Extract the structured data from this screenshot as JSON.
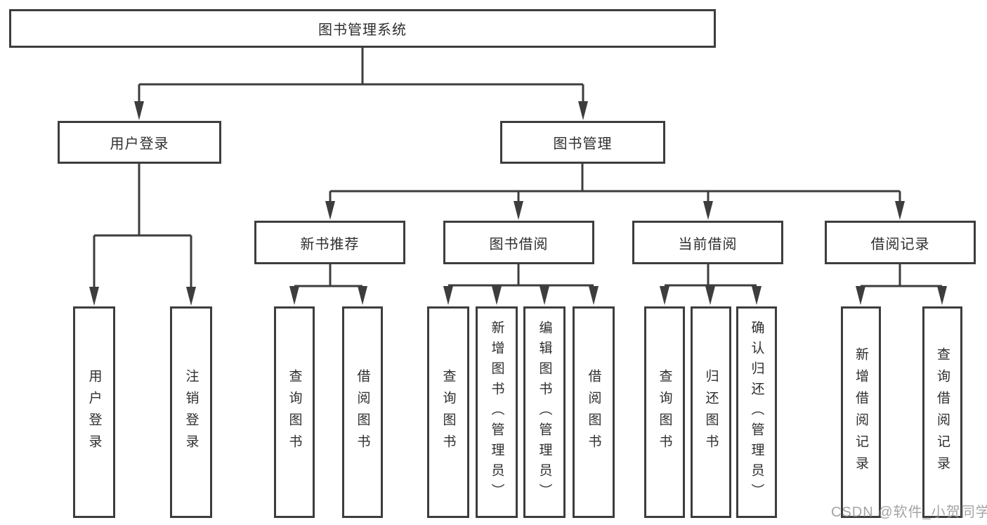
{
  "colors": {
    "background": "#ffffff",
    "line": "#3d3d3d",
    "text": "#2e2e2e",
    "watermark": "#949494"
  },
  "watermark": {
    "text": "CSDN @软件_小贺同学"
  },
  "tree": {
    "root": {
      "label": "图书管理系统"
    },
    "branches": [
      {
        "label": "用户登录",
        "children": [
          {
            "label": "用户登录"
          },
          {
            "label": "注销登录"
          }
        ]
      },
      {
        "label": "图书管理",
        "children": [
          {
            "label": "新书推荐",
            "children": [
              {
                "label": "查询图书"
              },
              {
                "label": "借阅图书"
              }
            ]
          },
          {
            "label": "图书借阅",
            "children": [
              {
                "label": "查询图书"
              },
              {
                "label": "新增图书（管理员）"
              },
              {
                "label": "编辑图书（管理员）"
              },
              {
                "label": "借阅图书"
              }
            ]
          },
          {
            "label": "当前借阅",
            "children": [
              {
                "label": "查询图书"
              },
              {
                "label": "归还图书"
              },
              {
                "label": "确认归还（管理员）"
              }
            ]
          },
          {
            "label": "借阅记录",
            "children": [
              {
                "label": "新增借阅记录"
              },
              {
                "label": "查询借阅记录"
              }
            ]
          }
        ]
      }
    ]
  }
}
